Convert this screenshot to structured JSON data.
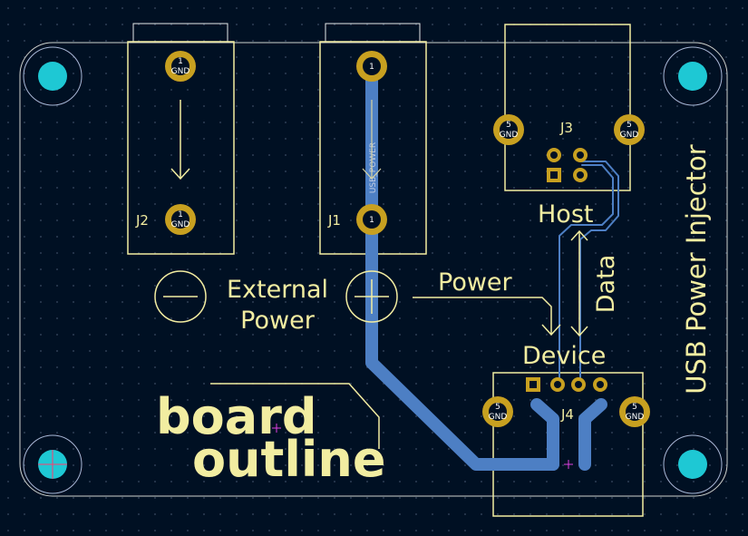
{
  "labels": {
    "external_power": [
      "External",
      "Power"
    ],
    "power": "Power",
    "device": "Device",
    "host": "Host",
    "data": "Data",
    "title": "USB Power Injector",
    "trace_label": "USB_POWER",
    "logo": [
      "board",
      "outline"
    ]
  },
  "designators": {
    "j1": "J1",
    "j2": "J2",
    "j3": "J3",
    "j4": "J4"
  },
  "pads": {
    "one": "1",
    "five": "5",
    "gnd": "GND"
  },
  "colors": {
    "background": "#001023",
    "grid": "#3a4a62",
    "silkscreen": "#f2eda1",
    "copper": "#4d7fc4",
    "pad_gold": "#c8a020",
    "hole": "#1ec8d4",
    "board_edge": "#d0d2cd"
  }
}
